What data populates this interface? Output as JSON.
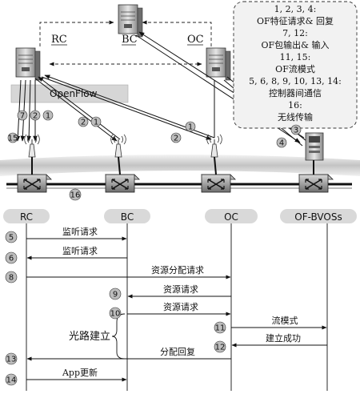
{
  "controllers": {
    "rc": "RC",
    "bc": "BC",
    "oc": "OC"
  },
  "openflow_label": "OpenFlow",
  "legend": {
    "lines": [
      "1, 2, 3, 4:",
      "OF特征请求& 回复",
      "7, 12:",
      "OF包输出& 输入",
      "11, 15:",
      "OF流模式",
      "5, 6, 8, 9, 10, 13, 14:",
      "控制器间通信",
      "16:",
      "无线传输"
    ]
  },
  "topology_markers": {
    "rc_group": [
      "7",
      "2",
      "1"
    ],
    "bc_group": [
      "2",
      "1"
    ],
    "oc_marker_1": "1",
    "oc_marker_2": "2",
    "bvos_marker_3": "3",
    "bvos_marker_4": "4",
    "wireless_15": "15",
    "link_16": "16"
  },
  "sequence": {
    "participants": [
      "RC",
      "BC",
      "OC",
      "OF-BVOSs"
    ],
    "messages": [
      {
        "num": "5",
        "label": "监听请求"
      },
      {
        "num": "6",
        "label": "监听请求"
      },
      {
        "num": "8",
        "label": "资源分配请求"
      },
      {
        "num": "9",
        "label": "资源请求"
      },
      {
        "num": "10",
        "label": "资源请求"
      },
      {
        "num": "11",
        "label": "流模式"
      },
      {
        "num": "12",
        "label": "建立成功"
      },
      {
        "num": "13",
        "label": "分配回复"
      },
      {
        "num": "14",
        "label": "App更新"
      }
    ],
    "bracket_label": "光路建立"
  }
}
